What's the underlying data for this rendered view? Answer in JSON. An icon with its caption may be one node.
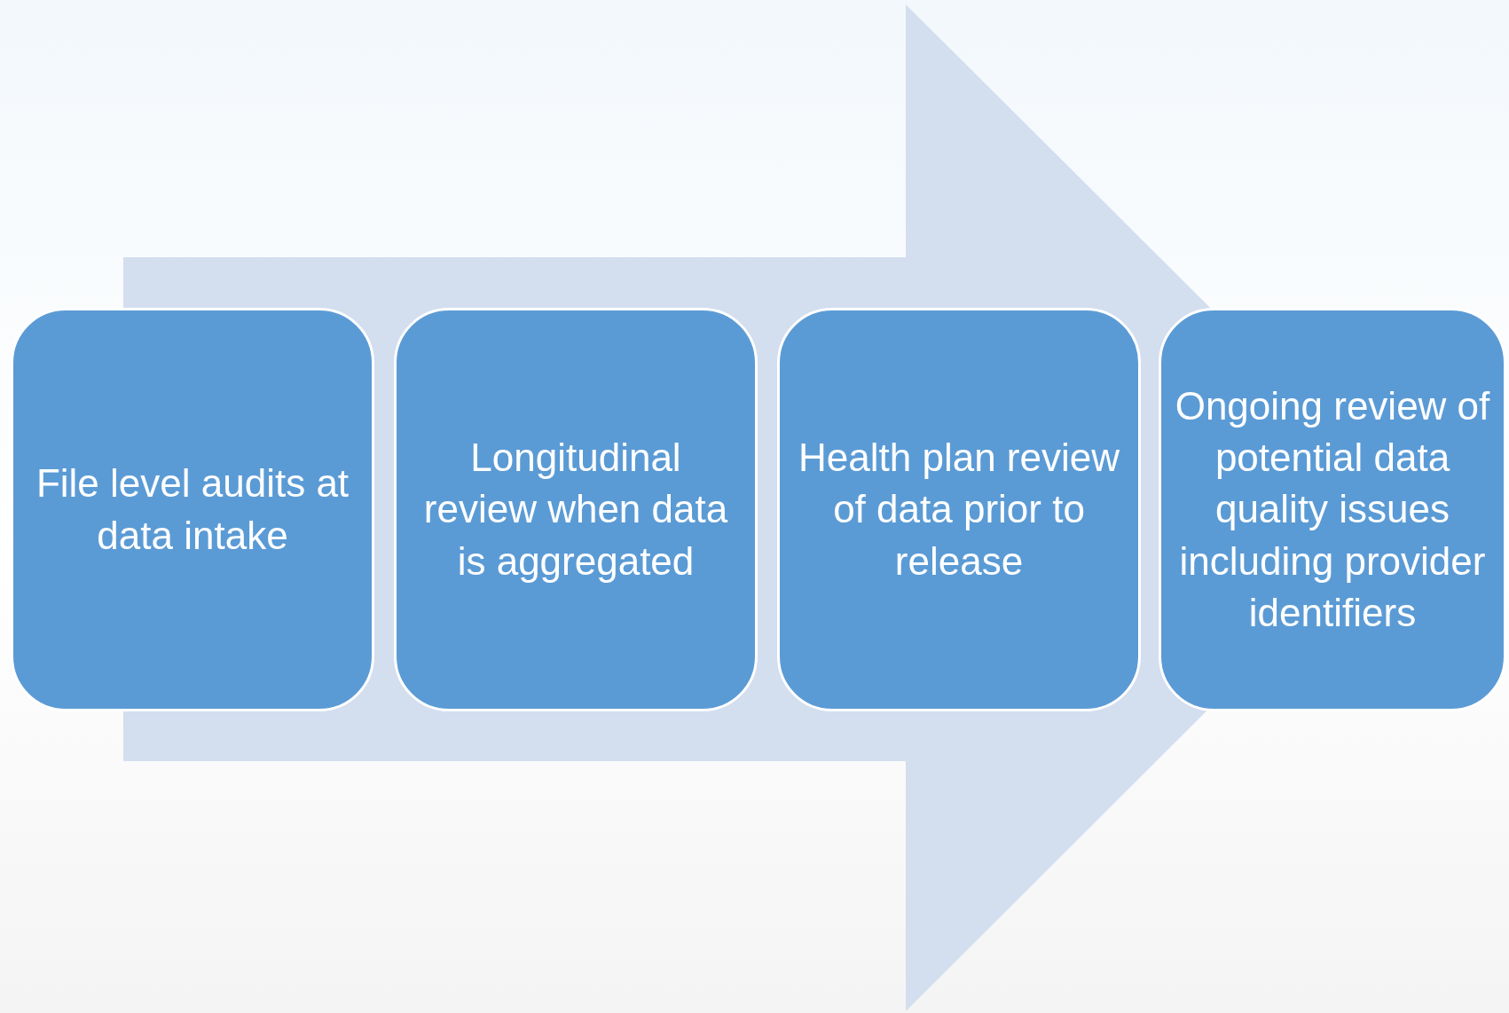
{
  "diagram": {
    "nodes": [
      {
        "text": [
          "File level audits at data intake"
        ]
      },
      {
        "text": [
          "Longitudinal review when data is aggregated"
        ]
      },
      {
        "text": [
          "Health plan review of data prior to release"
        ]
      },
      {
        "text": [
          "Ongoing review of potential data quality issues including provider identifiers"
        ]
      }
    ],
    "edges": [
      {
        "from": 0,
        "to": 3,
        "arrow": "to"
      }
    ]
  }
}
